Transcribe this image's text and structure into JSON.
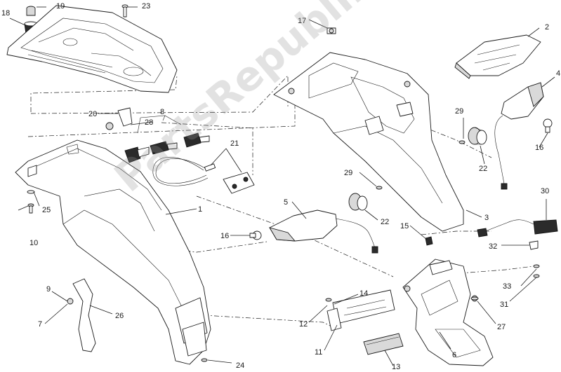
{
  "watermark": "PartsRepublik",
  "callouts": [
    "1",
    "2",
    "3",
    "4",
    "5",
    "6",
    "7",
    "8",
    "9",
    "10",
    "11",
    "12",
    "13",
    "14",
    "15",
    "16",
    "16",
    "17",
    "18",
    "19",
    "20",
    "21",
    "22",
    "22",
    "23",
    "24",
    "25",
    "26",
    "27",
    "28",
    "29",
    "29",
    "30",
    "31",
    "32",
    "33"
  ]
}
